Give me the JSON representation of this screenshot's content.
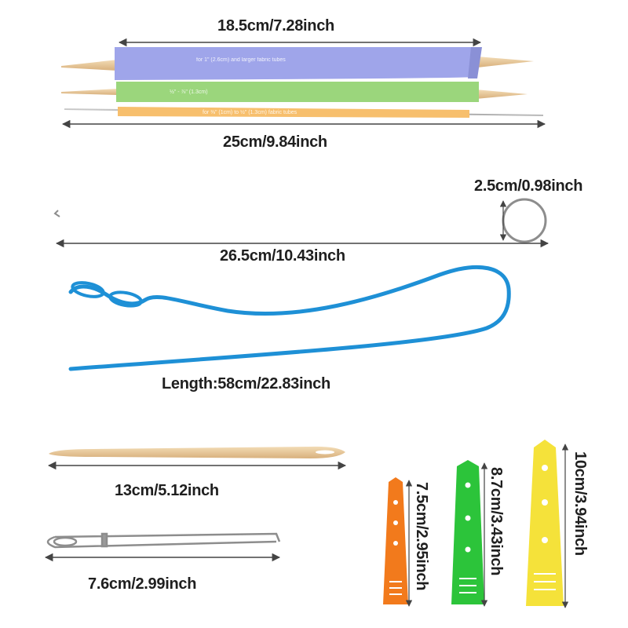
{
  "labels": {
    "top_length": "18.5cm/7.28inch",
    "rods_total": "25cm/9.84inch",
    "ring_diameter": "2.5cm/0.98inch",
    "hook_length": "26.5cm/10.43inch",
    "threader_length": "Length:58cm/22.83inch",
    "bodkin_length": "13cm/5.12inch",
    "tweezer_length": "7.6cm/2.99inch",
    "orange_tab": "7.5cm/2.95inch",
    "green_tab": "8.7cm/3.43inch",
    "yellow_tab": "10cm/3.94inch"
  },
  "rod_text": {
    "purple": "for 1\" (2.6cm) and larger fabric tubes",
    "green": "½\" - ⅞\" (1.3cm)",
    "orange": "for ⅜\" (1cm) to ½\" (1.3cm) fabric tubes"
  },
  "colors": {
    "purple_sleeve": "#9fa5ea",
    "green_sleeve": "#9bd67c",
    "orange_sleeve": "#f7bf6d",
    "wood": "#e8c99a",
    "blue_threader": "#1e90d6",
    "orange_tab": "#f27a1c",
    "green_tab": "#2cc43a",
    "yellow_tab": "#f5e23a",
    "metal": "#9a9a9a"
  }
}
